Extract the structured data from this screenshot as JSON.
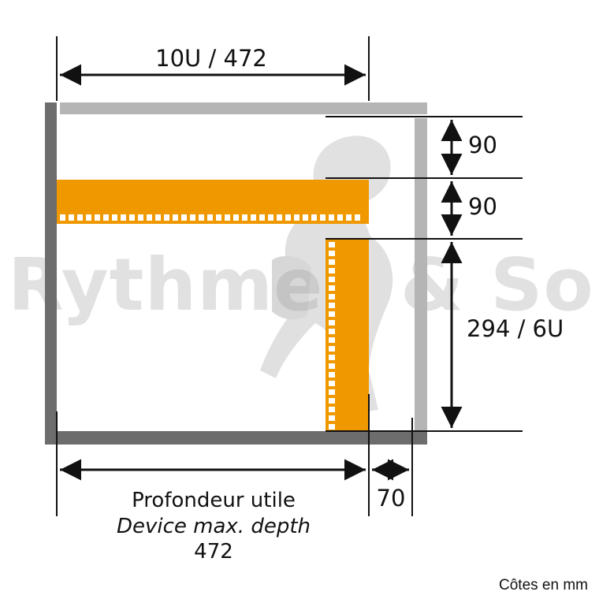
{
  "dimensions": {
    "top_width": "10U / 472",
    "rail_gap_top": "90",
    "rail_gap_middle": "90",
    "vertical_height": "294 / 6U",
    "rear_clearance": "70"
  },
  "depth_label": {
    "fr": "Profondeur utile",
    "en": "Device max. depth",
    "value": "472"
  },
  "watermark": {
    "left": "Rythmes",
    "right": "& Sons"
  },
  "units_note": "Côtes en mm",
  "colors": {
    "frame_dark": "#6d6d6d",
    "frame_light": "#b5b5b5",
    "rail": "#ef9800",
    "line": "#111111"
  }
}
